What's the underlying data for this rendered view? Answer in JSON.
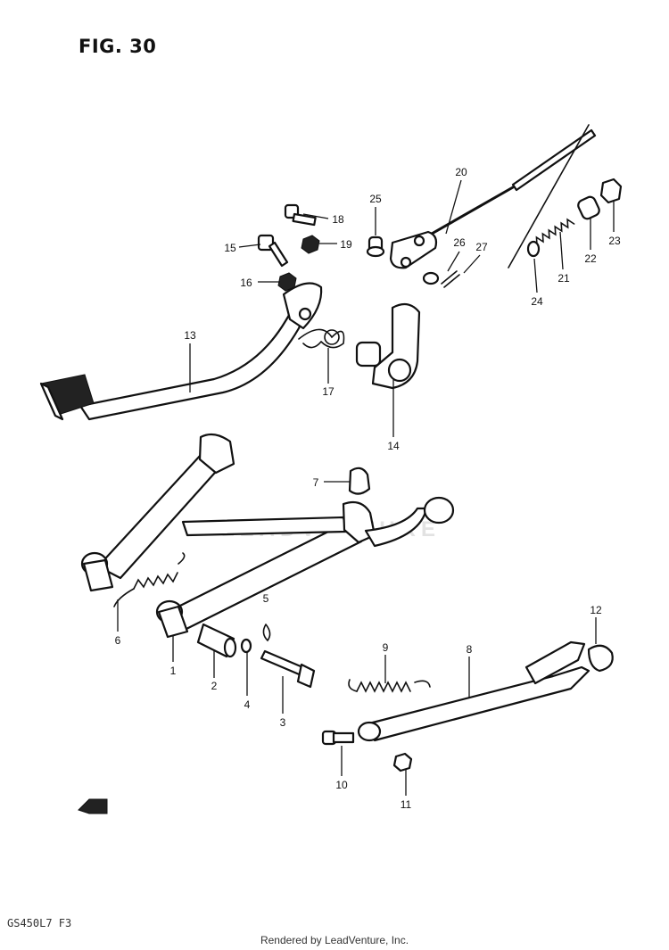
{
  "figure_title": "FIG. 30",
  "model_code": "GS450L7 F3",
  "credit": "Rendered by LeadVenture, Inc.",
  "watermark": "LEADVENTURE",
  "callouts": {
    "c1": "1",
    "c2": "2",
    "c3": "3",
    "c4": "4",
    "c5": "5",
    "c6": "6",
    "c7": "7",
    "c8": "8",
    "c9": "9",
    "c10": "10",
    "c11": "11",
    "c12": "12",
    "c13": "13",
    "c14": "14",
    "c15": "15",
    "c16": "16",
    "c17": "17",
    "c18": "18",
    "c19": "19",
    "c20": "20",
    "c21": "21",
    "c22": "22",
    "c23": "23",
    "c24": "24",
    "c25": "25",
    "c26": "26",
    "c27": "27"
  }
}
